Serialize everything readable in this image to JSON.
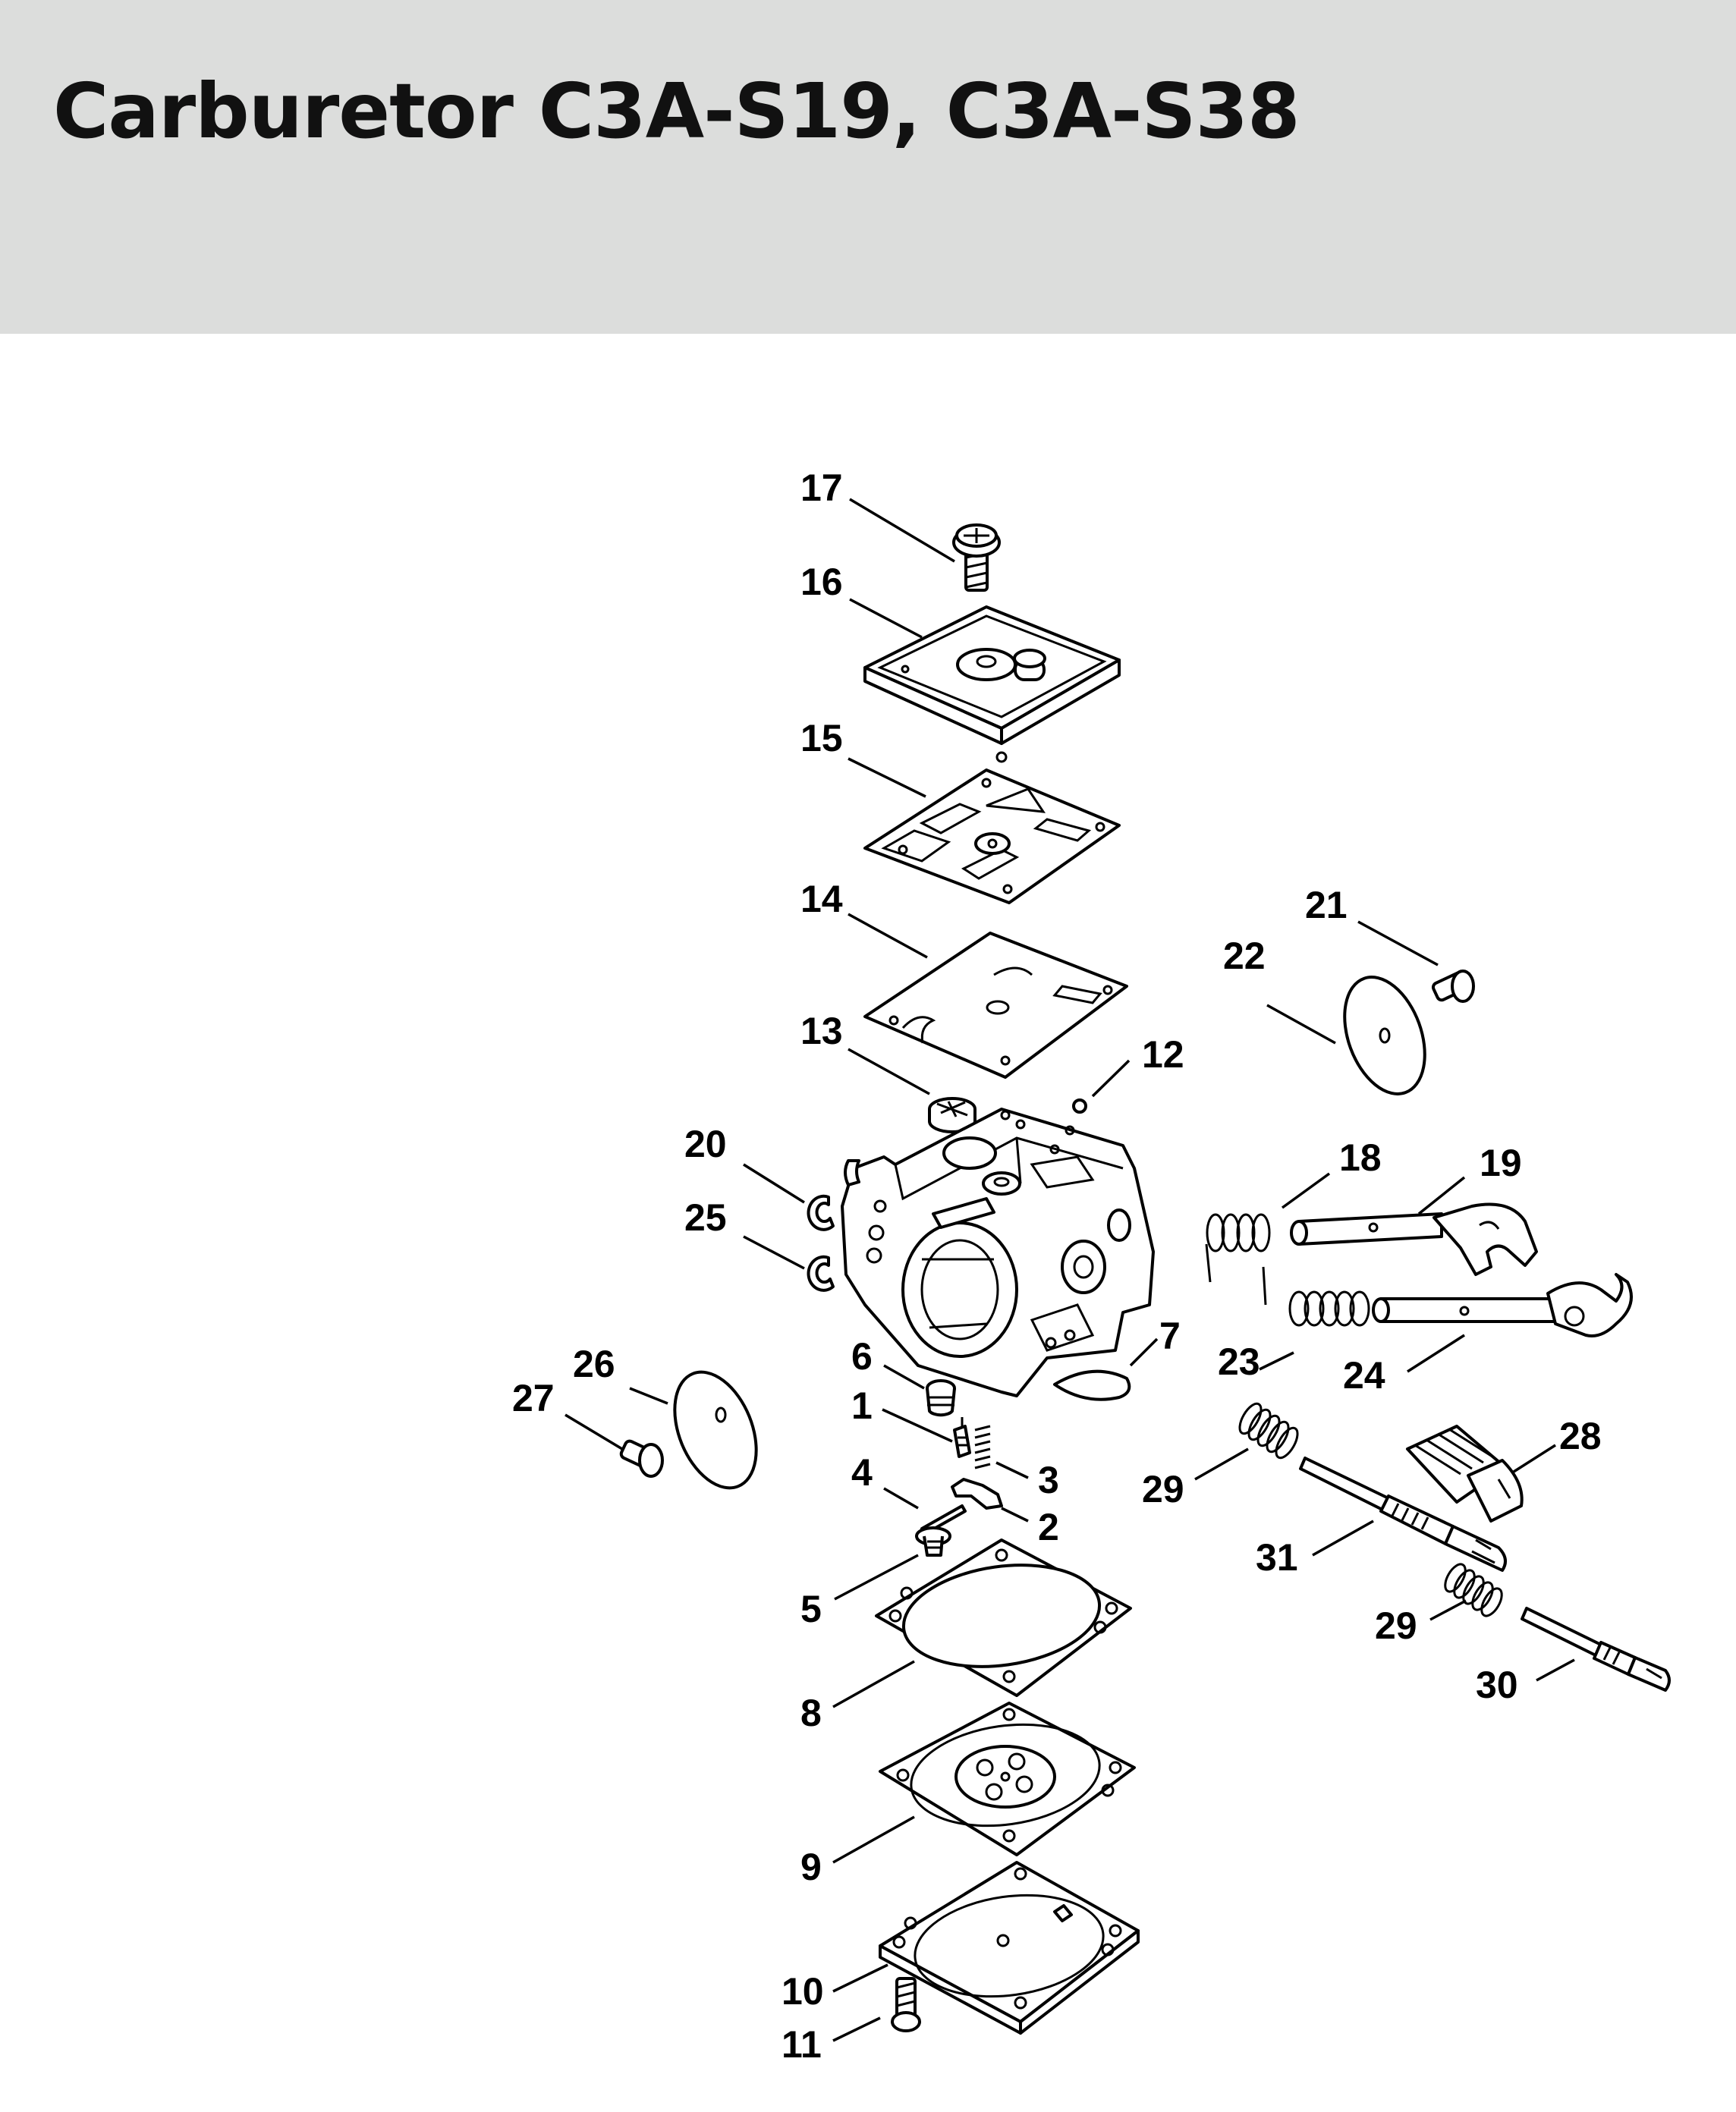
{
  "page": {
    "title": "Carburetor C3A-S19, C3A-S38"
  },
  "parts": {
    "p1": "1",
    "p2": "2",
    "p3": "3",
    "p4": "4",
    "p5": "5",
    "p6": "6",
    "p7": "7",
    "p8": "8",
    "p9": "9",
    "p10": "10",
    "p11": "11",
    "p12": "12",
    "p13": "13",
    "p14": "14",
    "p15": "15",
    "p16": "16",
    "p17": "17",
    "p18": "18",
    "p19": "19",
    "p20": "20",
    "p21": "21",
    "p22": "22",
    "p23": "23",
    "p24": "24",
    "p25": "25",
    "p26": "26",
    "p27": "27",
    "p28": "28",
    "p29a": "29",
    "p29b": "29",
    "p30": "30",
    "p31": "31"
  },
  "colors": {
    "header_bg": "#dcdddc",
    "ink": "#000000",
    "page_bg": "#ffffff"
  }
}
